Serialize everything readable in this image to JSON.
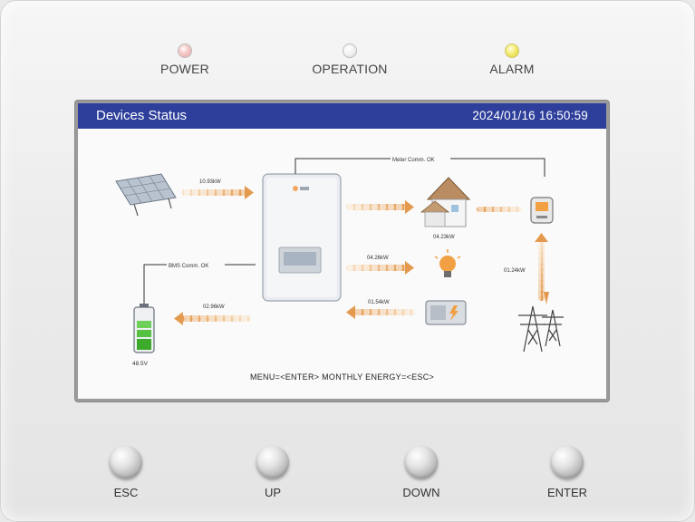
{
  "indicators": [
    {
      "label": "POWER",
      "color": "#f3b9b9"
    },
    {
      "label": "OPERATION",
      "color": "#f0f0f0"
    },
    {
      "label": "ALARM",
      "color": "#f0e450"
    }
  ],
  "screen": {
    "title": "Devices  Status",
    "datetime": "2024/01/16   16:50:59",
    "pv_power": "10.93kW",
    "meter_comm": "Meter Comm. OK",
    "house_load": "04.23kW",
    "grid_power": "01.24kW",
    "backup_load": "04.26kW",
    "generator_power": "01.54kW",
    "battery_power": "02.96kW",
    "bms_comm": "BMS Comm. OK",
    "battery_voltage": "48.5V",
    "hint": "MENU=<ENTER>  MONTHLY  ENERGY=<ESC>"
  },
  "buttons": [
    {
      "label": "ESC"
    },
    {
      "label": "UP"
    },
    {
      "label": "DOWN"
    },
    {
      "label": "ENTER"
    }
  ],
  "colors": {
    "title_bar": "#2d3f9b",
    "flow_arrow": "#e8a45a"
  }
}
